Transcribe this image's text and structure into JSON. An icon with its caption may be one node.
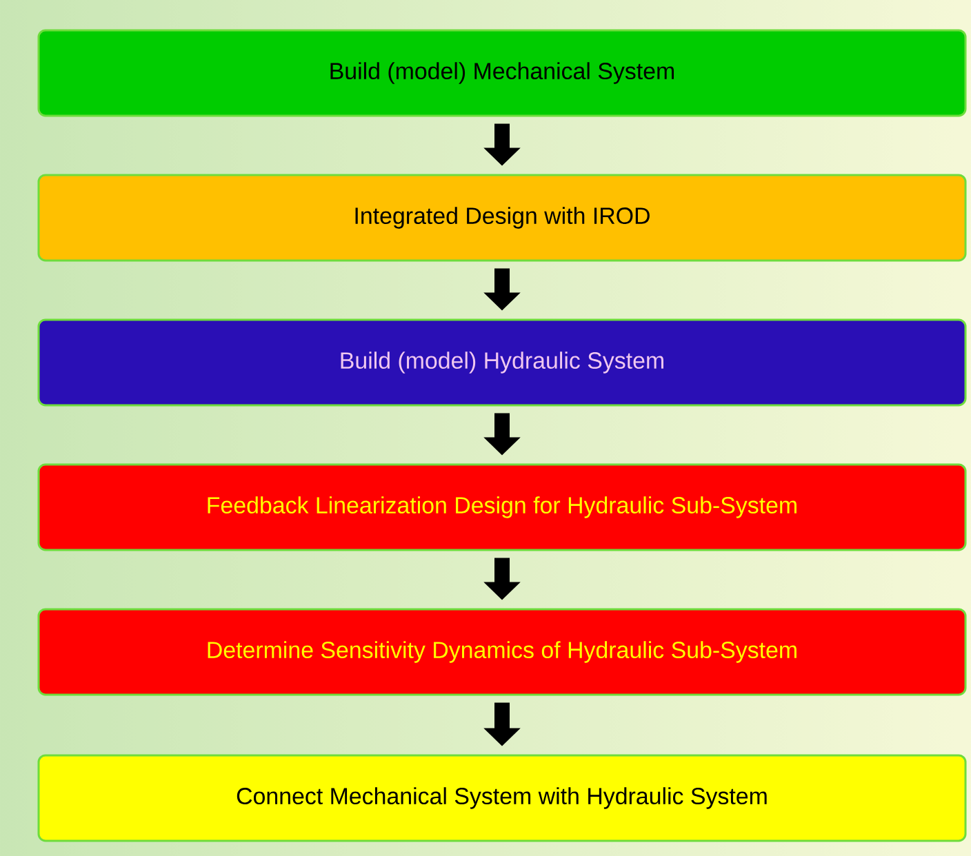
{
  "diagram": {
    "nodes": [
      {
        "text": [
          "Build (model) Mechanical System"
        ]
      },
      {
        "text": [
          "Integrated Design with IROD"
        ]
      },
      {
        "text": [
          "Build (model) Hydraulic System"
        ]
      },
      {
        "text": [
          "Feedback Linearization Design for Hydraulic Sub-System"
        ]
      },
      {
        "text": [
          "Determine Sensitivity Dynamics of Hydraulic Sub-System"
        ]
      },
      {
        "text": [
          "Connect Mechanical System with Hydraulic System"
        ]
      }
    ],
    "edges": [
      {
        "from": 0,
        "to": 1,
        "arrow": "to"
      },
      {
        "from": 1,
        "to": 2,
        "arrow": "to"
      },
      {
        "from": 2,
        "to": 3,
        "arrow": "to"
      },
      {
        "from": 3,
        "to": 4,
        "arrow": "to"
      },
      {
        "from": 4,
        "to": 5,
        "arrow": "to"
      }
    ]
  }
}
